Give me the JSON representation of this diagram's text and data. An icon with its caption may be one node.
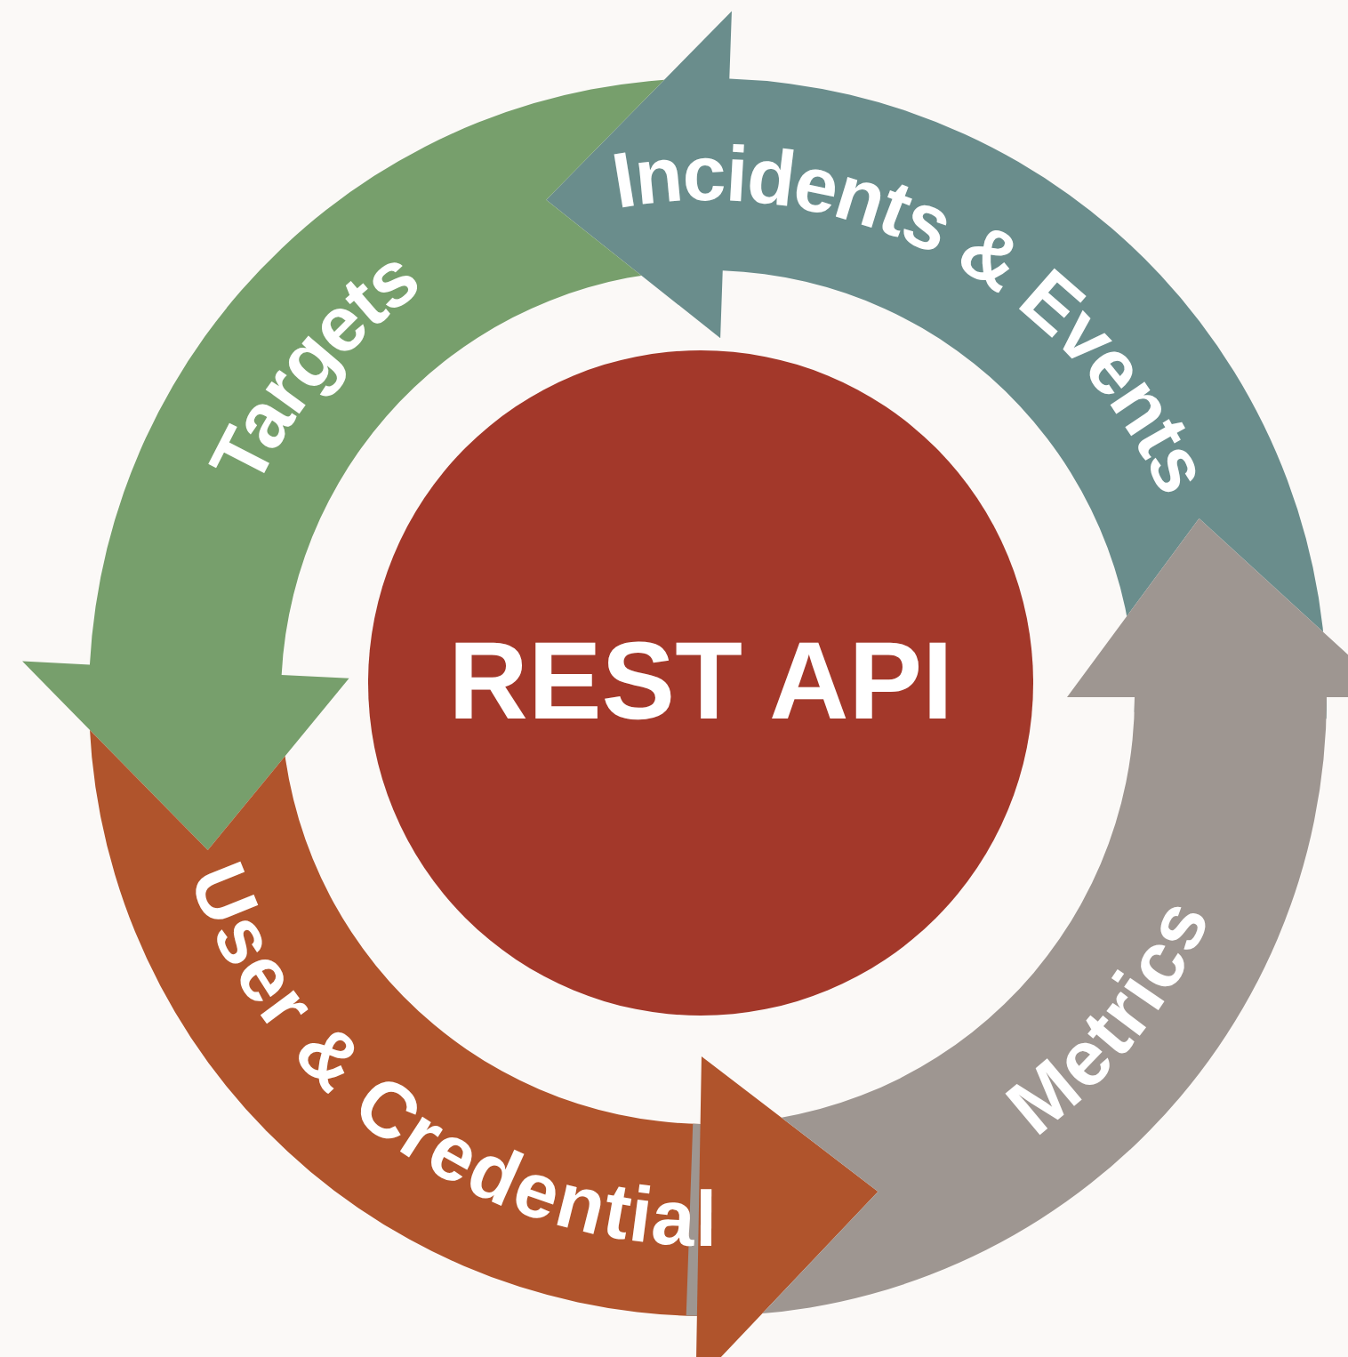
{
  "diagram": {
    "nodes": [
      {
        "text": [
          "REST API"
        ]
      },
      {
        "text": [
          "Incidents & Events"
        ]
      },
      {
        "text": [
          "Targets"
        ]
      },
      {
        "text": [
          "User & Credential"
        ]
      },
      {
        "text": [
          "Metrics"
        ]
      }
    ]
  }
}
